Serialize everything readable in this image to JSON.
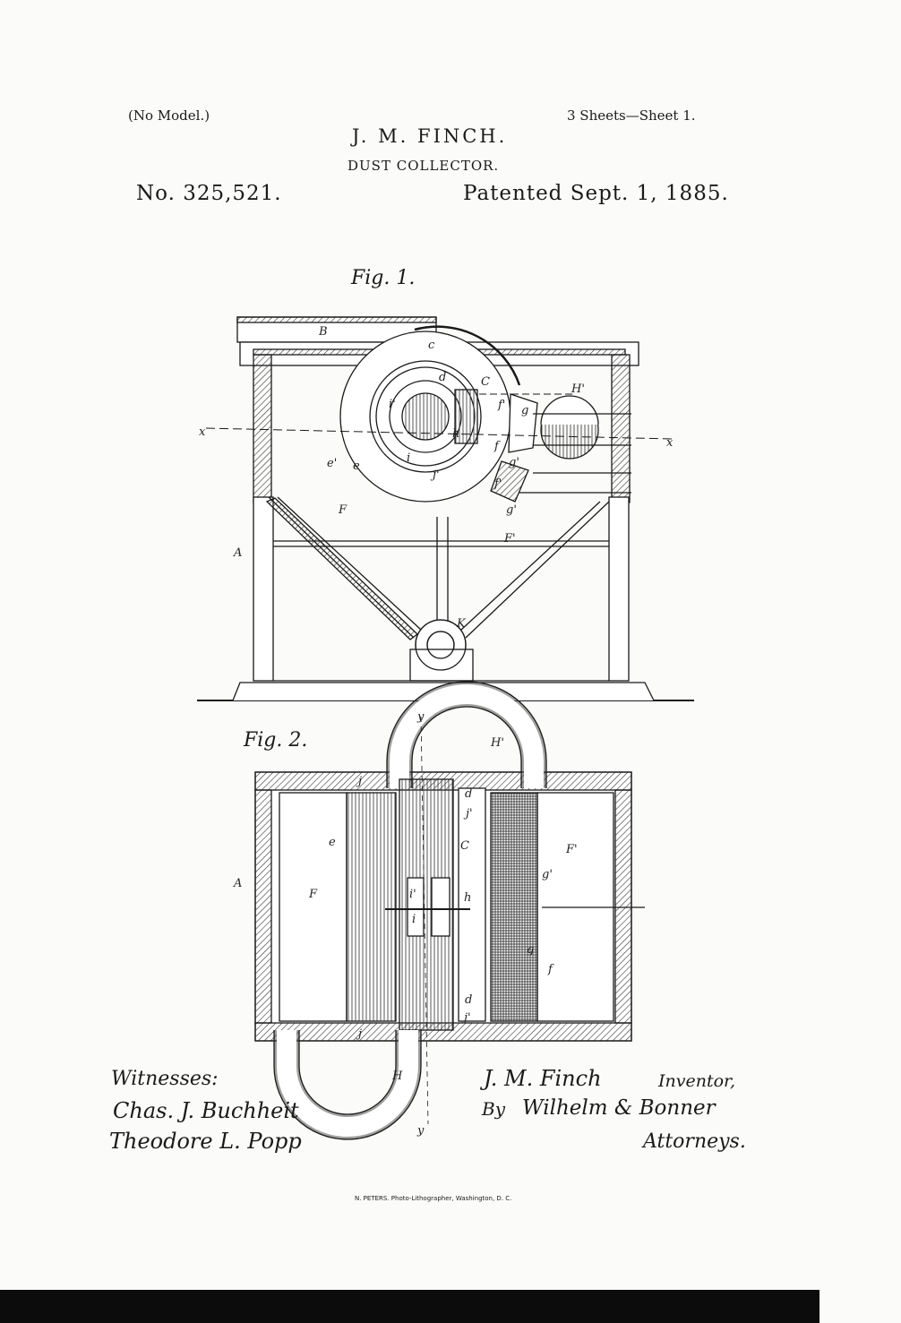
{
  "header": {
    "no_model": "(No Model.)",
    "sheets": "3 Sheets—Sheet 1.",
    "inventor": "J. M. FINCH.",
    "invention": "DUST COLLECTOR.",
    "patent_number": "No. 325,521.",
    "patent_date": "Patented Sept. 1, 1885."
  },
  "figures": {
    "fig1": {
      "label": "Fig. 1.",
      "labels": {
        "B": "B",
        "c": "c",
        "C": "C",
        "d": "d",
        "H1": "H'",
        "i1": "i'",
        "h": "h",
        "f1": "f'",
        "g": "g",
        "x_left": "x",
        "x_right": "x",
        "f": "f",
        "g1": "g'",
        "e1": "e'",
        "e": "e",
        "i": "i",
        "j": "j'",
        "F": "F",
        "F1": "F'",
        "A": "A",
        "K": "K",
        "g1b": "g'",
        "f1b": "f'"
      }
    },
    "fig2": {
      "label": "Fig. 2.",
      "labels": {
        "y_top": "y",
        "H1": "H'",
        "j": "j",
        "d": "d",
        "j1": "j'",
        "e": "e",
        "C": "C",
        "F1": "F'",
        "g1": "g'",
        "A": "A",
        "F": "F",
        "i1": "i'",
        "h": "h",
        "i": "i",
        "g": "g",
        "f": "f",
        "d_b": "d",
        "j1_b": "j'",
        "j_b": "j",
        "H": "H",
        "y_bottom": "y"
      }
    }
  },
  "signatures": {
    "witnesses_label": "Witnesses:",
    "witness_1": "Chas. J. Buchheit",
    "witness_2": "Theodore L. Popp",
    "inventor_signature": "J. M. Finch",
    "inventor_label": "Inventor,",
    "by_label": "By",
    "attorney_signature": "Wilhelm & Bonner",
    "attorneys_label": "Attorneys."
  },
  "footer": {
    "lithographer": "N. PETERS. Photo-Lithographer, Washington, D. C."
  }
}
